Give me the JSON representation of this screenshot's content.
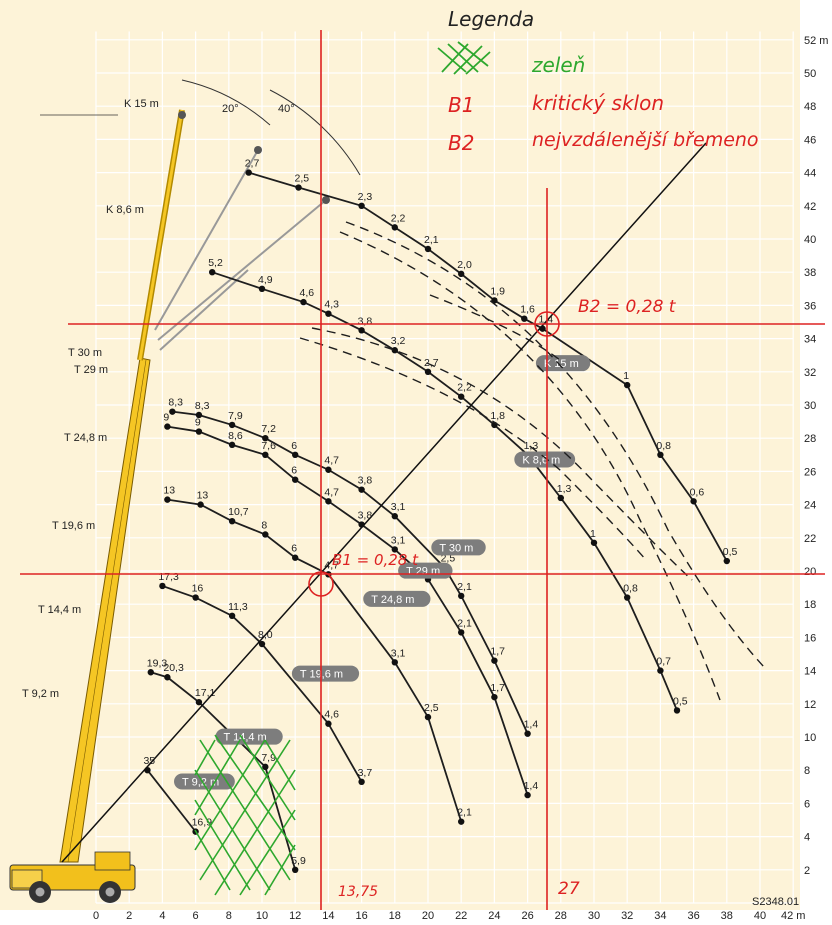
{
  "legend": {
    "title": "Legenda",
    "items": [
      "zeleň",
      "kritický sklon",
      "nejvzdálenější břemeno"
    ],
    "codes": [
      "B1",
      "B2"
    ]
  },
  "annotations": {
    "b1": "B1 = 0,28 t",
    "b2": "B2 = 0,28 t",
    "x_mark_1": "13,75",
    "x_mark_2": "27"
  },
  "drawing_code": "S2348.01",
  "boom_labels": [
    "K 15 m",
    "K 8,6 m",
    "T 30 m",
    "T 29 m",
    "T 24,8 m",
    "T 19,6 m",
    "T 14,4 m",
    "T 9,2 m"
  ],
  "angle_labels": [
    "20°",
    "40°"
  ],
  "chart_data": {
    "type": "line",
    "x_ticks": [
      "0",
      "2",
      "4",
      "6",
      "8",
      "10",
      "12",
      "14",
      "16",
      "18",
      "20",
      "22",
      "24",
      "26",
      "28",
      "30",
      "32",
      "34",
      "36",
      "38",
      "40",
      "42 m"
    ],
    "y_ticks": [
      "2",
      "4",
      "6",
      "8",
      "10",
      "12",
      "14",
      "16",
      "18",
      "20",
      "22",
      "24",
      "26",
      "28",
      "30",
      "32",
      "34",
      "36",
      "38",
      "40",
      "42",
      "44",
      "46",
      "48",
      "50",
      "52 m"
    ],
    "xlim": [
      0,
      42
    ],
    "ylim": [
      0,
      52
    ],
    "series": [
      {
        "name": "K 15 m",
        "points": [
          [
            9.2,
            44,
            "2,7"
          ],
          [
            12.2,
            43.1,
            "2,5"
          ],
          [
            16,
            42,
            "2,3"
          ],
          [
            18,
            40.7,
            "2,2"
          ],
          [
            20,
            39.4,
            "2,1"
          ],
          [
            22,
            37.9,
            "2,0"
          ],
          [
            24,
            36.3,
            "1,9"
          ],
          [
            25.8,
            35.2,
            "1,6"
          ],
          [
            26.9,
            34.6,
            "1,4"
          ],
          [
            32,
            31.2,
            "1"
          ],
          [
            34,
            27,
            "0,8"
          ],
          [
            36,
            24.2,
            "0,6"
          ],
          [
            38,
            20.6,
            "0,5"
          ]
        ]
      },
      {
        "name": "K 8,6 m",
        "points": [
          [
            7,
            38,
            "5,2"
          ],
          [
            10,
            37,
            "4,9"
          ],
          [
            12.5,
            36.2,
            "4,6"
          ],
          [
            14,
            35.5,
            "4,3"
          ],
          [
            16,
            34.5,
            "3,8"
          ],
          [
            18,
            33.3,
            "3,2"
          ],
          [
            20,
            32,
            "2,7"
          ],
          [
            22,
            30.5,
            "2,2"
          ],
          [
            24,
            28.8,
            "1,8"
          ],
          [
            26,
            27,
            "1,3"
          ],
          [
            28,
            24.4,
            "1,3"
          ],
          [
            30,
            21.7,
            "1"
          ],
          [
            32,
            18.4,
            "0,8"
          ],
          [
            34,
            14,
            "0,7"
          ],
          [
            35,
            11.6,
            "0,5"
          ]
        ]
      },
      {
        "name": "T 30 m",
        "points": [
          [
            4.6,
            29.6,
            "8,3"
          ],
          [
            6.2,
            29.4,
            "8,3"
          ],
          [
            8.2,
            28.8,
            "7,9"
          ],
          [
            10.2,
            28,
            "7,2"
          ],
          [
            12,
            27,
            "6"
          ],
          [
            14,
            26.1,
            "4,7"
          ],
          [
            16,
            24.9,
            "3,8"
          ],
          [
            18,
            23.3,
            "3,1"
          ],
          [
            21,
            20.2,
            "2,5"
          ],
          [
            22,
            18.5,
            "2,1"
          ],
          [
            24,
            14.6,
            "1,7"
          ],
          [
            26,
            10.2,
            "1,4"
          ]
        ]
      },
      {
        "name": "T 29 m",
        "points": [
          [
            4.3,
            28.7,
            "9"
          ],
          [
            6.2,
            28.4,
            "9"
          ],
          [
            8.2,
            27.6,
            "8,6"
          ],
          [
            10.2,
            27,
            "7,6"
          ],
          [
            12,
            25.5,
            "6"
          ],
          [
            14,
            24.2,
            "4,7"
          ],
          [
            16,
            22.8,
            "3,8"
          ],
          [
            18,
            21.3,
            "3,1"
          ],
          [
            20,
            19.5,
            "2,5"
          ],
          [
            22,
            16.3,
            "2,1"
          ],
          [
            24,
            12.4,
            "1,7"
          ],
          [
            26,
            6.5,
            "1,4"
          ]
        ]
      },
      {
        "name": "T 24,8 m",
        "points": [
          [
            4.3,
            24.3,
            "13"
          ],
          [
            6.3,
            24,
            "13"
          ],
          [
            8.2,
            23,
            "10,7"
          ],
          [
            10.2,
            22.2,
            "8"
          ],
          [
            12,
            20.8,
            "6"
          ],
          [
            14,
            19.8,
            "4,7"
          ],
          [
            18,
            14.5,
            "3,1"
          ],
          [
            20,
            11.2,
            "2,5"
          ],
          [
            22,
            4.9,
            "2,1"
          ]
        ]
      },
      {
        "name": "T 19,6 m",
        "points": [
          [
            4,
            19.1,
            "17,3"
          ],
          [
            6,
            18.4,
            "16"
          ],
          [
            8.2,
            17.3,
            "11,3"
          ],
          [
            10,
            15.6,
            "8,0"
          ],
          [
            14,
            10.8,
            "4,6"
          ],
          [
            16,
            7.3,
            "3,7"
          ]
        ]
      },
      {
        "name": "T 14,4 m",
        "points": [
          [
            3.3,
            13.9,
            "19,3"
          ],
          [
            4.3,
            13.6,
            "20,3"
          ],
          [
            6.2,
            12.1,
            "17,1"
          ],
          [
            10.2,
            8.2,
            "7,9"
          ],
          [
            12,
            2,
            "5,9"
          ]
        ]
      },
      {
        "name": "T 9,2 m",
        "points": [
          [
            3.1,
            8,
            "35"
          ],
          [
            6,
            4.3,
            "16,9"
          ]
        ]
      }
    ]
  }
}
